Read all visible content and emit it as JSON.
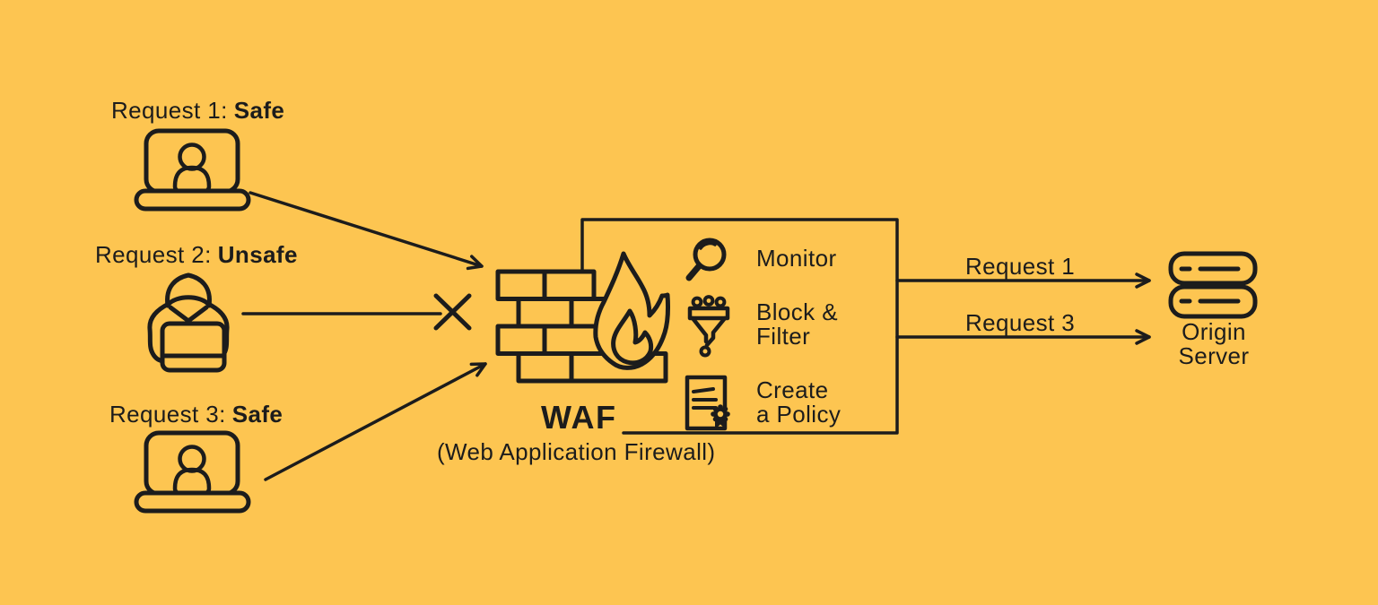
{
  "colors": {
    "background": "#FDC551",
    "ink": "#1C1C1C"
  },
  "incoming_requests": [
    {
      "prefix": "Request 1:",
      "status": "Safe",
      "icon": "laptop-user-icon"
    },
    {
      "prefix": "Request 2:",
      "status": "Unsafe",
      "icon": "hacker-icon"
    },
    {
      "prefix": "Request 3:",
      "status": "Safe",
      "icon": "laptop-user-icon"
    }
  ],
  "blocked_marker": "x-cross",
  "waf": {
    "title": "WAF",
    "subtitle": "(Web Application Firewall)",
    "wall_icon": "brick-wall-flame-icon",
    "features": [
      {
        "icon": "magnifier-icon",
        "line1": "Monitor",
        "line2": ""
      },
      {
        "icon": "funnel-filter-icon",
        "line1": "Block &",
        "line2": "Filter"
      },
      {
        "icon": "policy-document-icon",
        "line1": "Create",
        "line2": "a Policy"
      }
    ]
  },
  "forwarded_requests": [
    {
      "label": "Request 1"
    },
    {
      "label": "Request 3"
    }
  ],
  "origin_server": {
    "icon": "server-stack-icon",
    "line1": "Origin",
    "line2": "Server"
  }
}
